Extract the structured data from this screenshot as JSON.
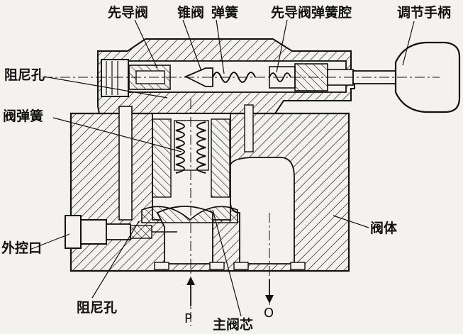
{
  "labels": {
    "pilot_valve": "先导阀",
    "cone_valve": "锥阀",
    "spring": "弹簧",
    "pilot_spring_chamber": "先导阀弹簧腔",
    "adjust_handle": "调节手柄",
    "damping_hole_top": "阻尼孔",
    "valve_spring": "阀弹簧",
    "external_control_port": "外控口",
    "valve_body": "阀体",
    "damping_hole_bottom": "阻尼孔",
    "port_p": "P",
    "main_spool": "主阀芯",
    "port_o": "O"
  },
  "colors": {
    "ink": "#111111",
    "paper": "#f4f2ee"
  }
}
